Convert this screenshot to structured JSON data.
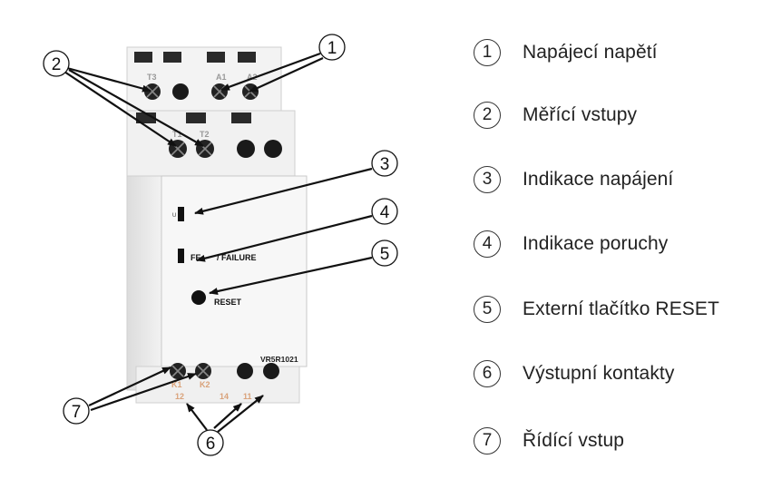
{
  "device": {
    "model_label": "VR5R1021",
    "terminals": {
      "t3": "T3",
      "a1": "A1",
      "a2": "A2",
      "t1": "T1",
      "t2": "T2",
      "k1": "K1",
      "k2": "K2",
      "n12": "12",
      "n14": "14",
      "n11": "11"
    },
    "power_led_label": "U",
    "fault_label": "FE       / FAILURE",
    "reset_label": "RESET"
  },
  "callouts": [
    {
      "id": "c1",
      "number": "1"
    },
    {
      "id": "c2",
      "number": "2"
    },
    {
      "id": "c3",
      "number": "3"
    },
    {
      "id": "c4",
      "number": "4"
    },
    {
      "id": "c5",
      "number": "5"
    },
    {
      "id": "c6",
      "number": "6"
    },
    {
      "id": "c7",
      "number": "7"
    }
  ],
  "legend": [
    {
      "number": "1",
      "text": "Napájecí napětí"
    },
    {
      "number": "2",
      "text": "Měřící vstupy"
    },
    {
      "number": "3",
      "text": "Indikace napájení"
    },
    {
      "number": "4",
      "text": "Indikace poruchy"
    },
    {
      "number": "5",
      "text": "Externí tlačítko RESET"
    },
    {
      "number": "6",
      "text": "Výstupní kontakty"
    },
    {
      "number": "7",
      "text": "Řídící vstup"
    }
  ],
  "colors": {
    "housing": "#f4f4f4",
    "outline": "#c8c8c8",
    "ink": "#111111",
    "terminal_label": "#d9a27a"
  }
}
